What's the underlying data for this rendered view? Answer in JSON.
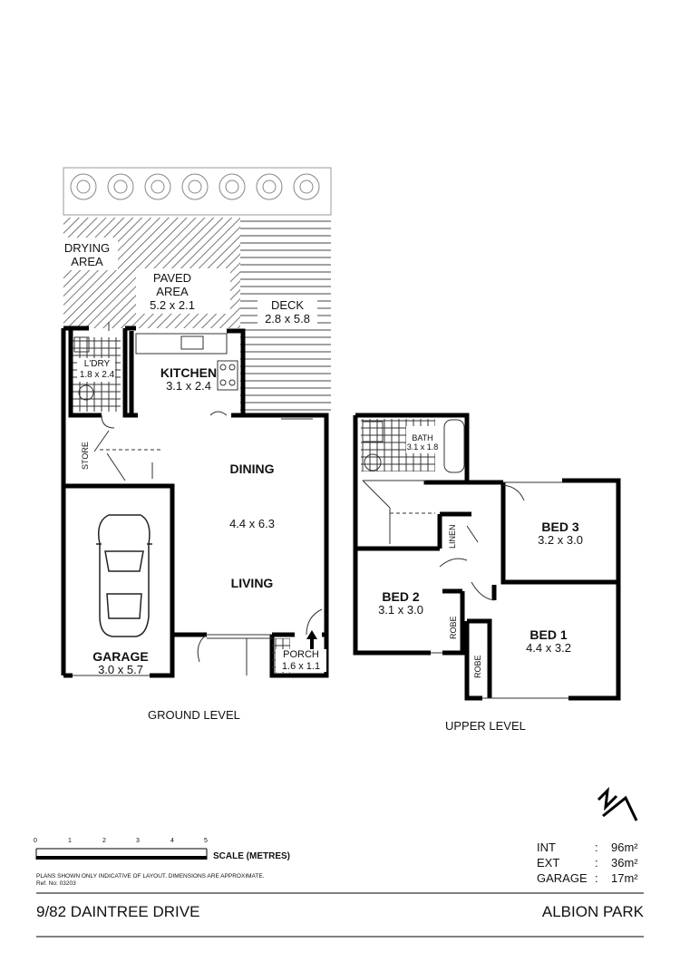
{
  "rooms": {
    "drying_area": {
      "name": "DRYING",
      "name2": "AREA"
    },
    "paved_area": {
      "name": "PAVED",
      "name2": "AREA",
      "dim": "5.2 x 2.1"
    },
    "deck": {
      "name": "DECK",
      "dim": "2.8 x 5.8"
    },
    "laundry": {
      "name": "L'DRY",
      "dim": "1.8 x 2.4"
    },
    "kitchen": {
      "name": "KITCHEN",
      "dim": "3.1 x 2.4"
    },
    "store": {
      "name": "STORE"
    },
    "dining": {
      "name": "DINING"
    },
    "dining_living_dim": "4.4 x 6.3",
    "living": {
      "name": "LIVING"
    },
    "garage": {
      "name": "GARAGE",
      "dim": "3.0 x 5.7"
    },
    "porch": {
      "name": "PORCH",
      "dim": "1.6 x 1.1"
    },
    "bath": {
      "name": "BATH",
      "dim": "3.1 x 1.8"
    },
    "linen": {
      "name": "LINEN"
    },
    "bed3": {
      "name": "BED 3",
      "dim": "3.2 x 3.0"
    },
    "bed2": {
      "name": "BED 2",
      "dim": "3.1 x 3.0"
    },
    "bed1": {
      "name": "BED 1",
      "dim": "4.4 x 3.2"
    },
    "robe": "ROBE"
  },
  "levels": {
    "ground": "GROUND LEVEL",
    "upper": "UPPER LEVEL"
  },
  "scale": {
    "ticks": [
      "0",
      "1",
      "2",
      "3",
      "4",
      "5"
    ],
    "label": "SCALE (METRES)",
    "disclaimer": "PLANS SHOWN ONLY INDICATIVE OF LAYOUT.  DIMENSIONS ARE APPROXIMATE.",
    "ref": "Ref. No: 03203"
  },
  "areas": [
    {
      "label": "INT",
      "sep": ":",
      "value": "96m²"
    },
    {
      "label": "EXT",
      "sep": ":",
      "value": "36m²"
    },
    {
      "label": "GARAGE",
      "sep": ":",
      "value": "17m²"
    }
  ],
  "footer": {
    "address": "9/82 DAINTREE DRIVE",
    "suburb": "ALBION PARK"
  },
  "north_icon": "north-arrow-icon"
}
